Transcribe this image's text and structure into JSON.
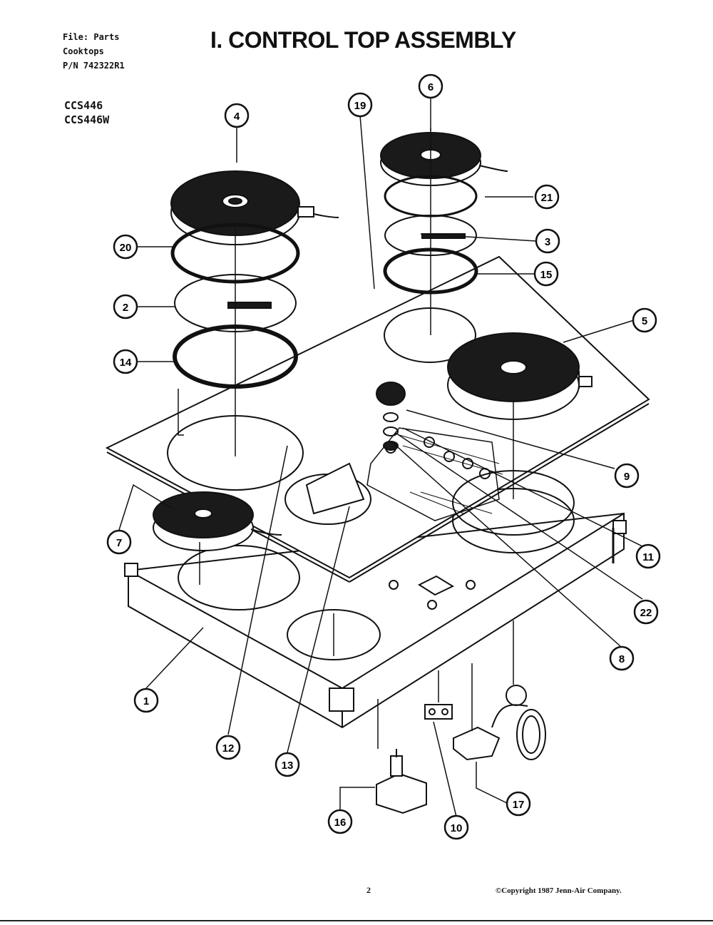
{
  "header": {
    "file_line": "File: Parts",
    "category_line": "Cooktops",
    "part_number_line": "P/N 742322R1"
  },
  "models": [
    "CCS446",
    "CCS446W"
  ],
  "title": "I. CONTROL TOP ASSEMBLY",
  "callouts": [
    "1",
    "2",
    "3",
    "4",
    "5",
    "6",
    "7",
    "8",
    "9",
    "10",
    "11",
    "12",
    "13",
    "14",
    "15",
    "16",
    "17",
    "19",
    "20",
    "21",
    "22"
  ],
  "footer": {
    "page_number": "2",
    "copyright": "©Copyright 1987 Jenn-Air Company."
  }
}
